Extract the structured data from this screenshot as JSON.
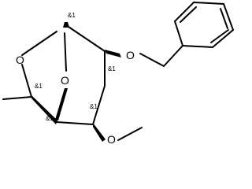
{
  "molecule": {
    "atoms": {
      "o_ring": "O",
      "o_bridge": "O",
      "o_benzyloxy": "O",
      "o_methoxy": "O"
    },
    "stereo": {
      "c1": "&1",
      "c2": "&1",
      "c4": "&1",
      "c5": "&1",
      "c6": "&1"
    }
  }
}
